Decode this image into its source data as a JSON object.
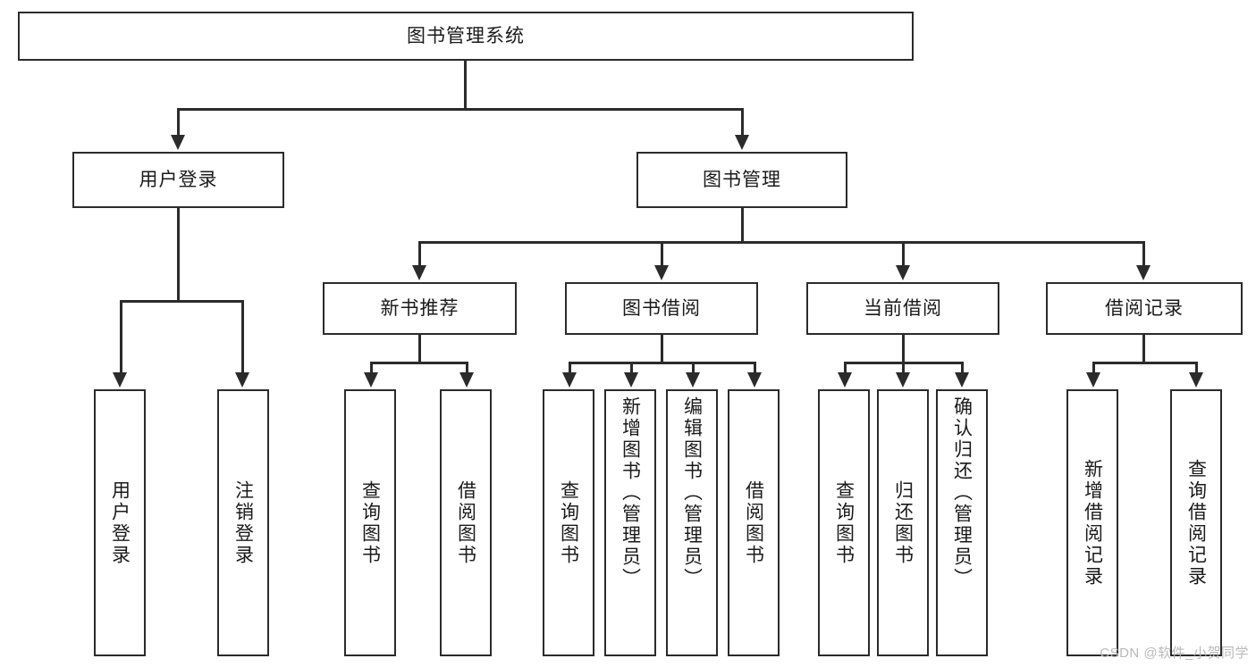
{
  "diagram": {
    "type": "tree-hierarchy-chart",
    "title": "图书管理系统",
    "colors": {
      "stroke": "#2b2b2b",
      "fill": "#ffffff",
      "text": "#1a1a1a",
      "watermark": "#b9b9b9"
    },
    "root": {
      "label": "图书管理系统"
    },
    "level1": [
      {
        "label": "用户登录"
      },
      {
        "label": "图书管理"
      }
    ],
    "level2": [
      {
        "label": "新书推荐"
      },
      {
        "label": "图书借阅"
      },
      {
        "label": "当前借阅"
      },
      {
        "label": "借阅记录"
      }
    ],
    "leaves": {
      "user_login": [
        {
          "label": "用户登录"
        },
        {
          "label": "注销登录"
        }
      ],
      "new_book_recommend": [
        {
          "label": "查询图书"
        },
        {
          "label": "借阅图书"
        }
      ],
      "book_borrow": [
        {
          "label": "查询图书"
        },
        {
          "label": "新增图书（管理员）"
        },
        {
          "label": "编辑图书（管理员）"
        },
        {
          "label": "借阅图书"
        }
      ],
      "current_borrow": [
        {
          "label": "查询图书"
        },
        {
          "label": "归还图书"
        },
        {
          "label": "确认归还（管理员）"
        }
      ],
      "borrow_record": [
        {
          "label": "新增借阅记录"
        },
        {
          "label": "查询借阅记录"
        }
      ]
    }
  },
  "watermark": {
    "text": "CSDN @软件_小贺同学"
  }
}
